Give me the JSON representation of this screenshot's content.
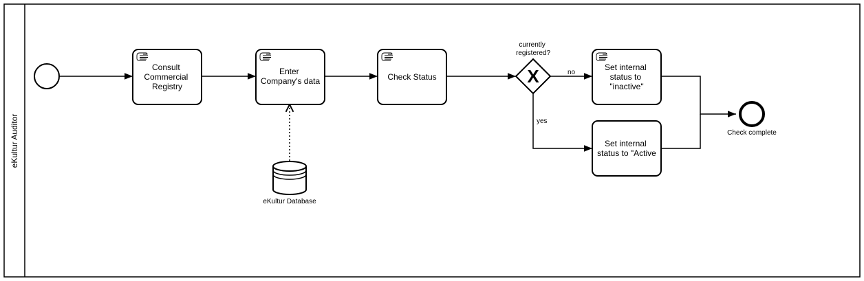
{
  "pool": {
    "lane_label": "eKultur Auditor"
  },
  "tasks": {
    "consult": {
      "lines": [
        "Consult",
        "Commercial",
        "Registry"
      ],
      "icon": "manual-task-icon"
    },
    "enter": {
      "lines": [
        "Enter",
        "Company's data"
      ],
      "icon": "manual-task-icon"
    },
    "check": {
      "lines": [
        "Check Status"
      ],
      "icon": "manual-task-icon"
    },
    "inactive": {
      "lines": [
        "Set internal",
        "status to",
        "\"inactive\""
      ],
      "icon": "manual-task-icon"
    },
    "active": {
      "lines": [
        "Set internal",
        "status to \"Active"
      ]
    }
  },
  "gateway": {
    "question_lines": [
      "currently",
      "registered?"
    ],
    "symbol": "X",
    "no_label": "no",
    "yes_label": "yes"
  },
  "data_store": {
    "label": "eKultur Database",
    "icon": "database-icon"
  },
  "end_event": {
    "label": "Check complete"
  },
  "colors": {
    "stroke": "#000000",
    "fill": "#ffffff"
  }
}
